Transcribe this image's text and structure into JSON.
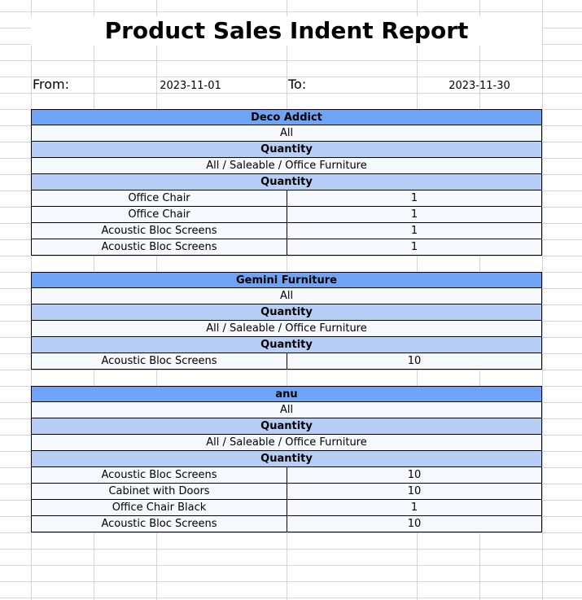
{
  "report": {
    "title": "Product Sales Indent Report",
    "from_label": "From:",
    "from_value": "2023-11-01",
    "to_label": "To:",
    "to_value": "2023-11-30"
  },
  "sections": [
    {
      "customer": "Deco Addict",
      "filter": "All",
      "qty_header_1": "Quantity",
      "category": "All / Saleable / Office Furniture",
      "qty_header_2": "Quantity",
      "items": [
        {
          "product": "Office Chair",
          "qty": "1"
        },
        {
          "product": "Office Chair",
          "qty": "1"
        },
        {
          "product": "Acoustic Bloc Screens",
          "qty": "1"
        },
        {
          "product": "Acoustic Bloc Screens",
          "qty": "1"
        }
      ]
    },
    {
      "customer": "Gemini Furniture",
      "filter": "All",
      "qty_header_1": "Quantity",
      "category": "All / Saleable / Office Furniture",
      "qty_header_2": "Quantity",
      "items": [
        {
          "product": "Acoustic Bloc Screens",
          "qty": "10"
        }
      ]
    },
    {
      "customer": "anu",
      "filter": "All",
      "qty_header_1": "Quantity",
      "category": "All / Saleable / Office Furniture",
      "qty_header_2": "Quantity",
      "items": [
        {
          "product": "Acoustic Bloc Screens",
          "qty": "10"
        },
        {
          "product": "Cabinet with Doors",
          "qty": "10"
        },
        {
          "product": "Office Chair Black",
          "qty": "1"
        },
        {
          "product": "Acoustic Bloc Screens",
          "qty": "10"
        }
      ]
    }
  ]
}
